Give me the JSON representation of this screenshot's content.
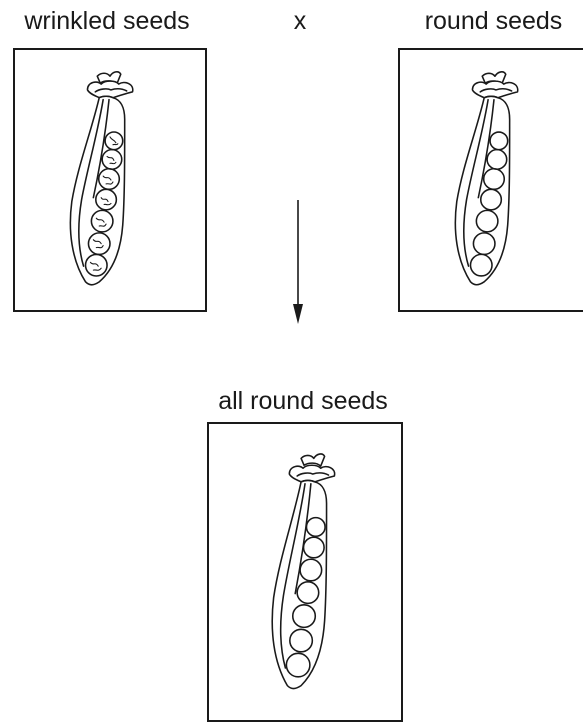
{
  "parents": {
    "left_label": "wrinkled seeds",
    "cross_symbol": "x",
    "right_label": "round seeds"
  },
  "offspring": {
    "label": "all round seeds"
  }
}
